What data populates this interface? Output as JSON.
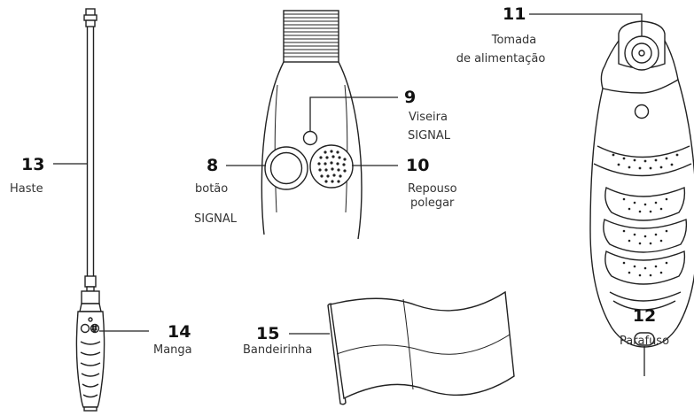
{
  "callouts": [
    {
      "id": "8",
      "number": "8",
      "label_lines": [
        "botão",
        "",
        "SIGNAL"
      ]
    },
    {
      "id": "9",
      "number": "9",
      "label_lines": [
        "Viseira",
        "SIGNAL"
      ]
    },
    {
      "id": "10",
      "number": "10",
      "label_lines": [
        "Repouso",
        "polegar"
      ]
    },
    {
      "id": "11",
      "number": "11",
      "label_lines": [
        "Tomada",
        "de alimentação"
      ]
    },
    {
      "id": "12",
      "number": "12",
      "label_lines": [
        "Parafuso"
      ]
    },
    {
      "id": "13",
      "number": "13",
      "label_lines": [
        "Haste"
      ]
    },
    {
      "id": "14",
      "number": "14",
      "label_lines": [
        "Manga"
      ]
    },
    {
      "id": "15",
      "number": "15",
      "label_lines": [
        "Bandeirinha"
      ]
    }
  ],
  "colors": {
    "line": "#222222",
    "text": "#333333",
    "background": "#ffffff"
  }
}
